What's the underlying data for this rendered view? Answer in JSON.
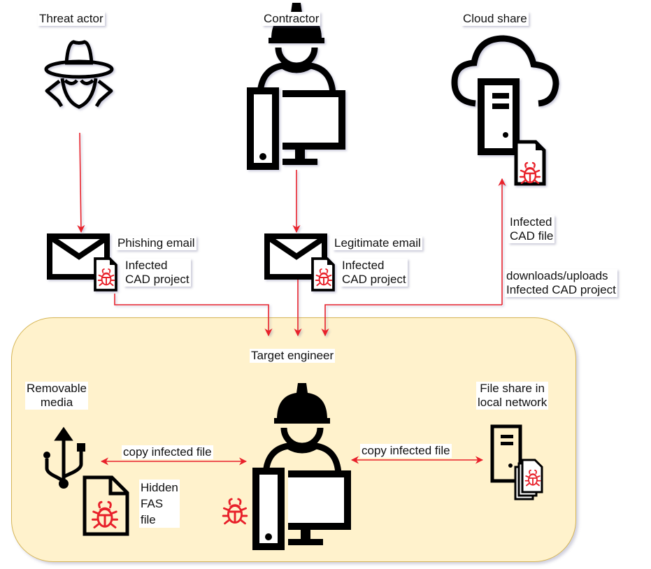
{
  "diagram": {
    "colors": {
      "arrow": "#e8202a",
      "bug": "#e8202a",
      "icon": "#000000",
      "zone_fill": "#fff2cc",
      "zone_border": "#d6b656"
    },
    "actors": {
      "threat_actor": {
        "label": "Threat actor",
        "icon": "spy-icon"
      },
      "contractor": {
        "label": "Contractor",
        "icon": "engineer-workstation-icon"
      },
      "cloud_share": {
        "label": "Cloud share",
        "icon": "cloud-server-icon"
      }
    },
    "emails": {
      "phishing": {
        "title": "Phishing email",
        "attachment": "Infected\nCAD project"
      },
      "legitimate": {
        "title": "Legitimate email",
        "attachment": "Infected\nCAD project"
      }
    },
    "cloud_file": {
      "label": "Infected\nCAD file"
    },
    "cloud_link": {
      "label": "downloads/uploads\nInfected CAD project"
    },
    "target_zone": {
      "target_label": "Target engineer",
      "removable_media": {
        "label": "Removable\nmedia"
      },
      "hidden_file": {
        "label": "Hidden\nFAS\nfile"
      },
      "file_share": {
        "label": "File share in\nlocal network"
      },
      "copy_left": {
        "label": "copy infected file"
      },
      "copy_right": {
        "label": "copy infected file"
      }
    }
  }
}
